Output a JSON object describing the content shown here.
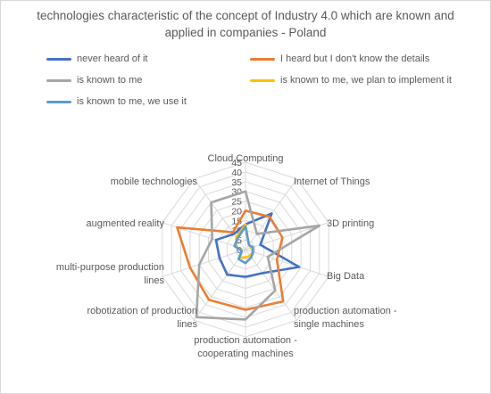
{
  "chart_data": {
    "type": "radar",
    "title": "technologies characteristic of the concept of Industry 4.0 which are known and applied in companies - Poland",
    "categories": [
      [
        "Cloud Computing"
      ],
      [
        "Internet of Things"
      ],
      [
        "3D printing"
      ],
      [
        "Big Data"
      ],
      [
        "production automation -",
        "single machines"
      ],
      [
        "production automation -",
        "cooperating machines"
      ],
      [
        "robotization of production",
        "lines"
      ],
      [
        "multi-purpose production",
        "lines"
      ],
      [
        "augmented reality"
      ],
      [
        "mobile technologies"
      ]
    ],
    "ticks": [
      "0",
      "5",
      "10",
      "15",
      "20",
      "25",
      "30",
      "35",
      "40",
      "45"
    ],
    "rmax": 45,
    "series": [
      {
        "name": "never heard of it",
        "color": "#4472c4",
        "values": [
          13,
          23,
          8,
          29,
          15,
          14,
          16,
          14,
          16,
          10
        ]
      },
      {
        "name": "I heard but I don't know the details",
        "color": "#ed7d31",
        "values": [
          20,
          21,
          20,
          17,
          33,
          31,
          32,
          30,
          37,
          11
        ]
      },
      {
        "name": "is known to me",
        "color": "#a5a5a5",
        "values": [
          30,
          10,
          40,
          12,
          26,
          36,
          43,
          25,
          18,
          30
        ]
      },
      {
        "name": "is known to me, we plan to implement it",
        "color": "#ffc000",
        "values": [
          13,
          3,
          3,
          4,
          4,
          4,
          5,
          2,
          5,
          8
        ]
      },
      {
        "name": "is known to me, we use it",
        "color": "#5b9bd5",
        "values": [
          12,
          3,
          4,
          4,
          5,
          7,
          6,
          2,
          6,
          7
        ]
      }
    ],
    "grid": true
  }
}
